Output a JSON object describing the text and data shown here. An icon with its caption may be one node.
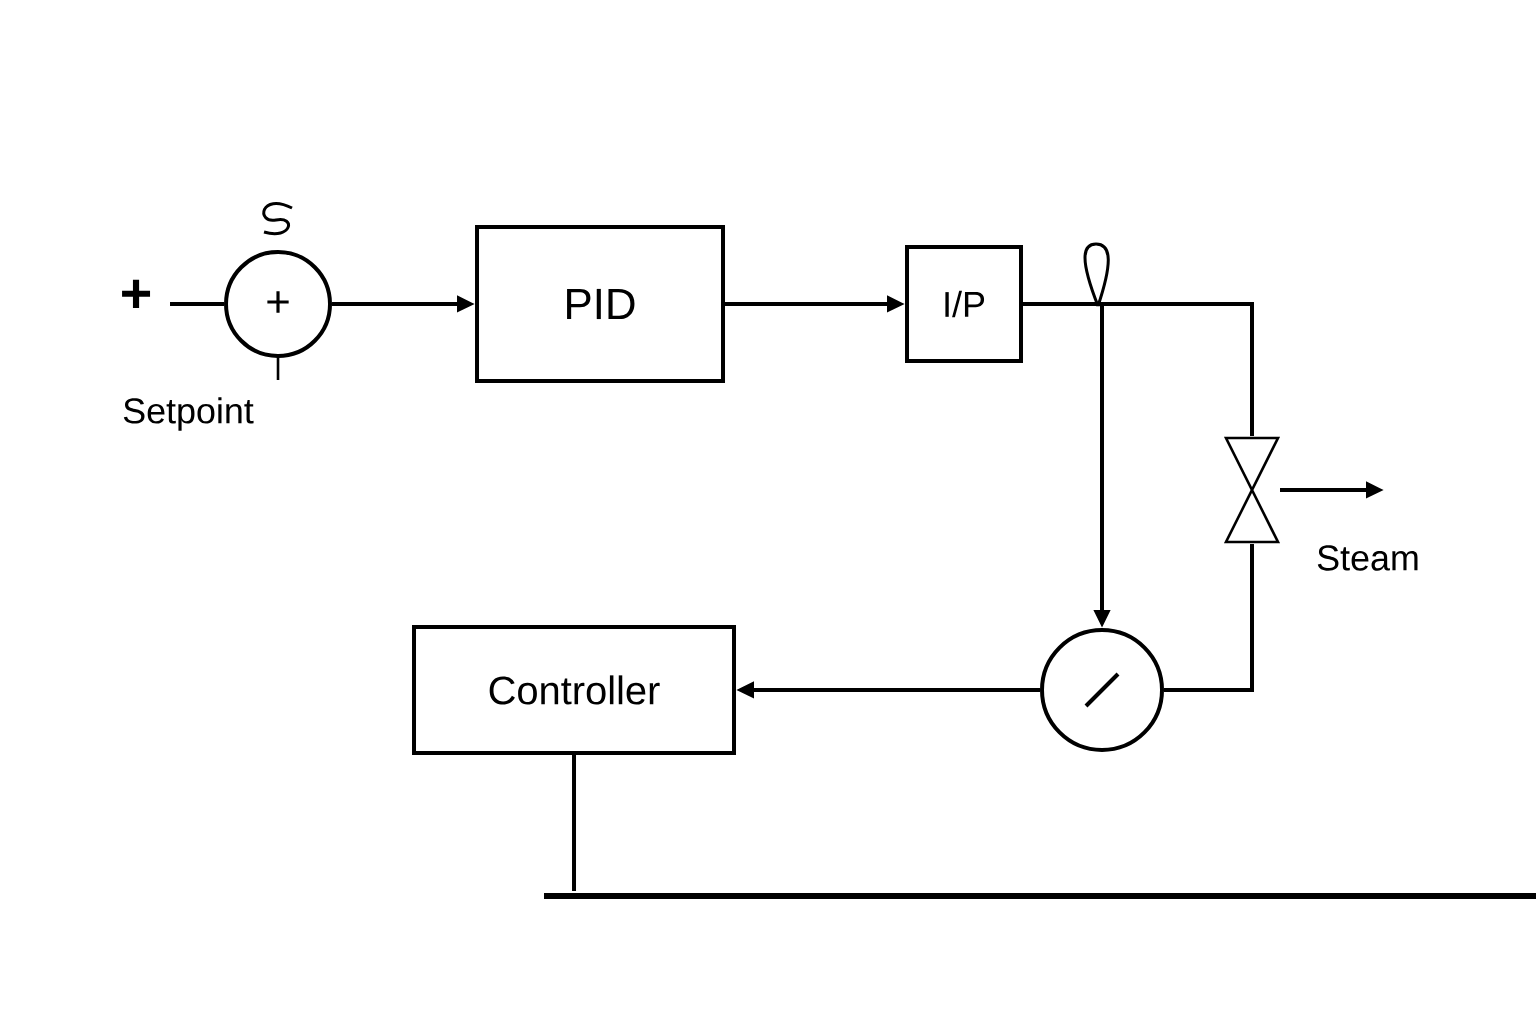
{
  "diagram": {
    "nodes": [
      {
        "text": [
          "+"
        ],
        "beside": [
          "Setpoint"
        ]
      },
      {
        "text": [
          "PID"
        ]
      },
      {
        "text": [
          "I/P"
        ]
      },
      {
        "text": [],
        "shape": "valve"
      },
      {
        "text": [],
        "shape": "circle"
      },
      {
        "text": [
          "Controller"
        ]
      },
      {
        "text": [],
        "shape": "bar"
      }
    ],
    "edges": [
      {
        "from": null,
        "to": 0,
        "arrow": "none"
      },
      {
        "from": 0,
        "to": 1,
        "arrow": "to"
      },
      {
        "from": 1,
        "to": 2,
        "arrow": "to"
      },
      {
        "from": 2,
        "to": 3,
        "arrow": "none"
      },
      {
        "from": 2,
        "to": 4,
        "arrow": "to"
      },
      {
        "from": 3,
        "to": 4,
        "arrow": "none"
      },
      {
        "from": 4,
        "to": 5,
        "arrow": "to"
      },
      {
        "from": 3,
        "to": null,
        "arrow": "to",
        "label": "Steam"
      },
      {
        "from": 5,
        "to": 6,
        "arrow": "none"
      }
    ],
    "labels": [
      "+"
    ]
  }
}
